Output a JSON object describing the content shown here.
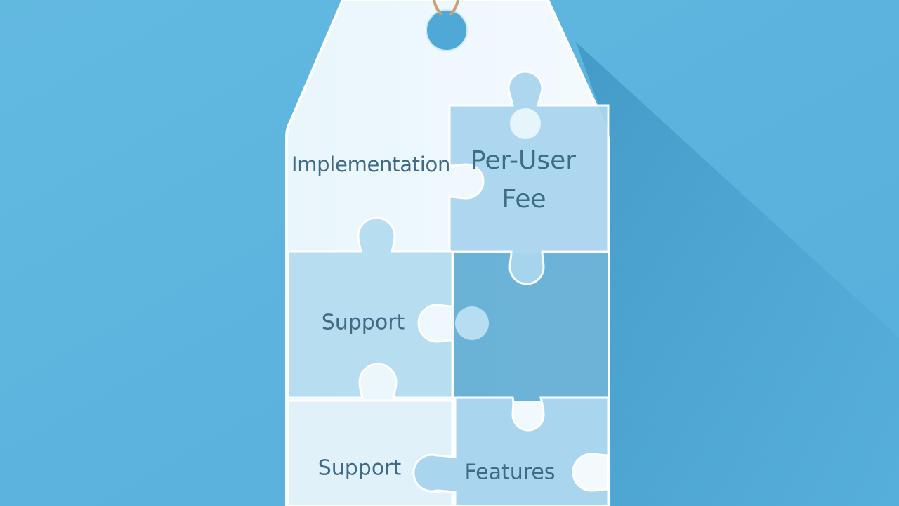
{
  "illustration": {
    "colors": {
      "background": "#5fb6de",
      "tag": "#e6f4fb",
      "piece_light": "#d8eef9",
      "piece_blue": "#a9d6ee",
      "missing_slot": "#3f9bc9",
      "label_text": "#3f6b86",
      "string": "#c9a27a"
    },
    "pieces": [
      {
        "id": "implementation",
        "label": "Implementation"
      },
      {
        "id": "per-user-fee",
        "label_line1": "Per-User",
        "label_line2": "Fee"
      },
      {
        "id": "support-middle",
        "label": "Support"
      },
      {
        "id": "support-bottom",
        "label": "Support"
      },
      {
        "id": "features",
        "label": "Features"
      }
    ]
  }
}
